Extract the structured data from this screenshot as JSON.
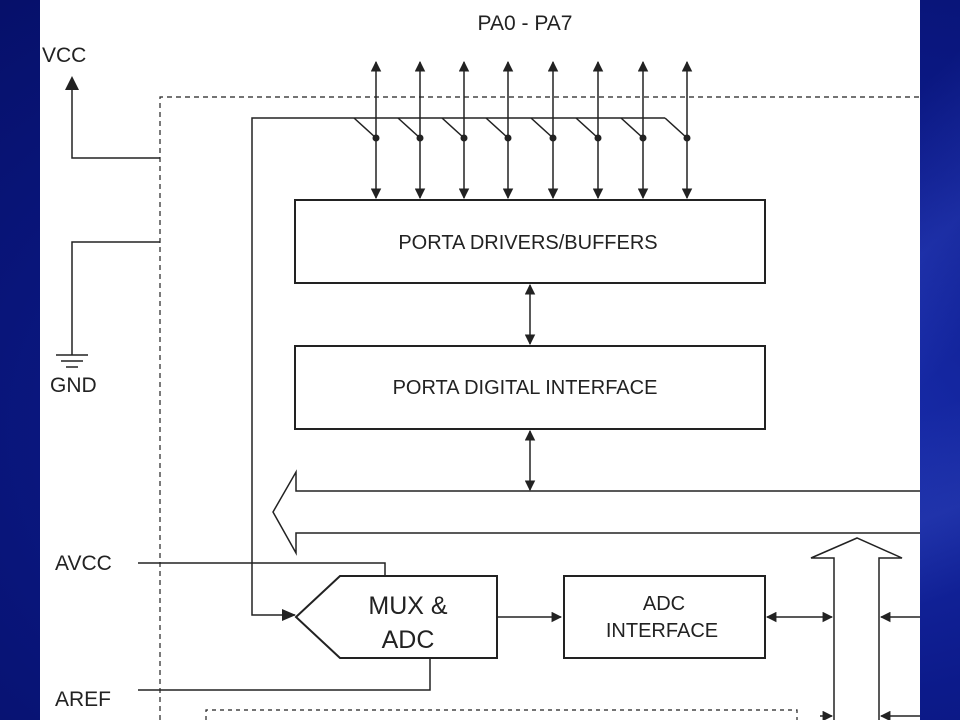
{
  "diagram": {
    "labels": {
      "pins_bus": "PA0 - PA7",
      "vcc": "VCC",
      "gnd": "GND",
      "avcc": "AVCC",
      "aref": "AREF"
    },
    "blocks": {
      "drivers": "PORTA DRIVERS/BUFFERS",
      "digital_interface": "PORTA DIGITAL INTERFACE",
      "mux_line1": "MUX &",
      "mux_line2": "ADC",
      "adc_line1": "ADC",
      "adc_line2": "INTERFACE"
    }
  },
  "colors": {
    "background": "#0c1a8a",
    "panel": "#ffffff",
    "stroke": "#222222"
  }
}
